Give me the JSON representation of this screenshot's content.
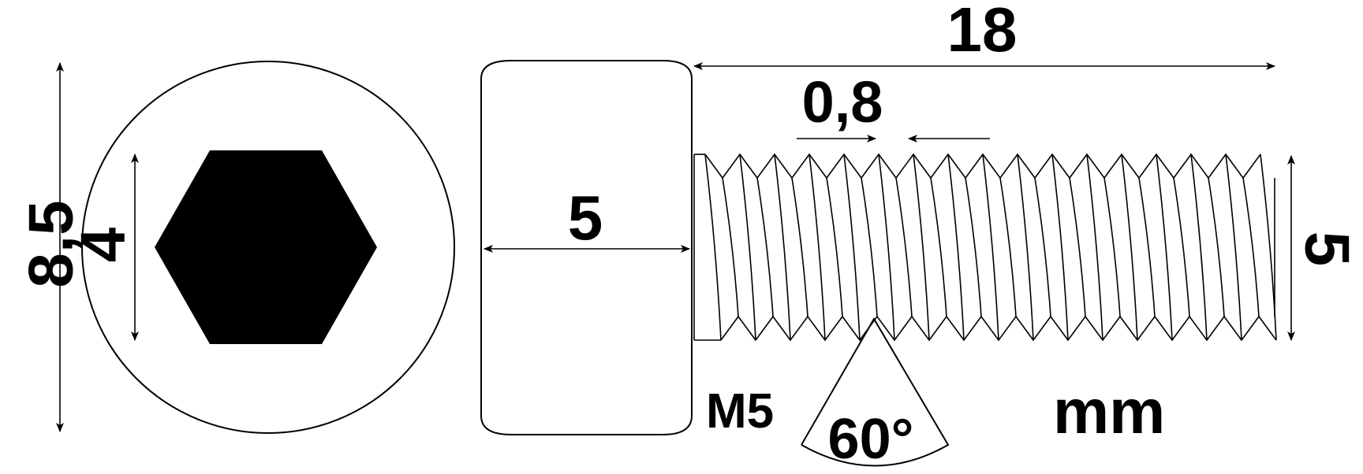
{
  "colors": {
    "stroke": "#000000",
    "fill": "#000000",
    "background": "#ffffff"
  },
  "dimensions": {
    "head_diameter": "8,5",
    "hex_key_size": "4",
    "head_height": "5",
    "thread_length": "18",
    "thread_pitch": "0,8",
    "thread_diameter": "5",
    "thread_angle": "60°",
    "thread_designation": "M5",
    "unit": "mm"
  }
}
